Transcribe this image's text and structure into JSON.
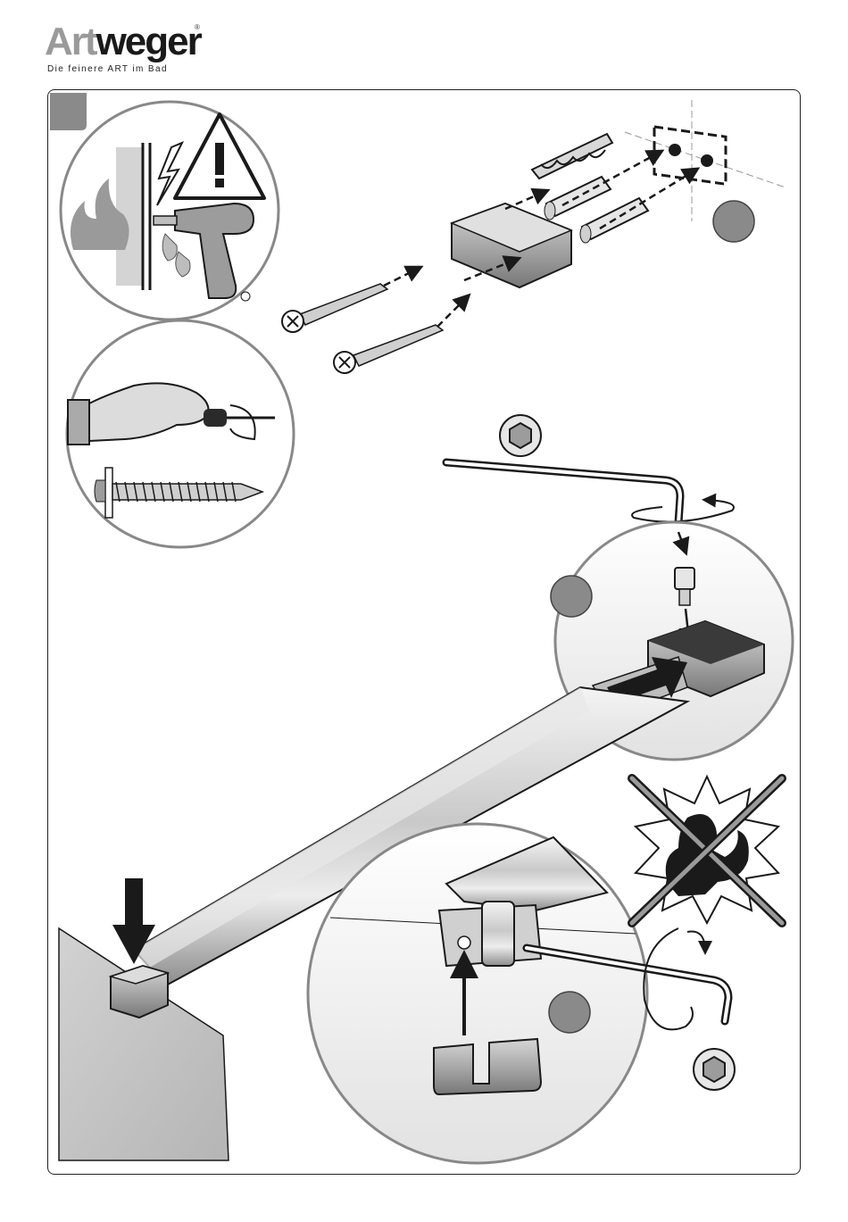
{
  "brand": {
    "name_part1": "Art",
    "name_part2": "weger",
    "registered": "®",
    "tagline": "Die feinere ART im Bad"
  },
  "icons": [
    "step-number-badge",
    "drilling-hazard-warning-icon",
    "hand-screwdriver-icon",
    "wood-screw-icon",
    "wall-mount-block",
    "wall-plug-icon",
    "hex-socket-icon",
    "allen-key-icon",
    "rotation-arrow-icon",
    "cap-screw-icon",
    "push-arrow-icon",
    "stabilizer-bar",
    "glass-panel",
    "glass-clamp",
    "no-excessive-force-icon"
  ],
  "colors": {
    "line": "#1a1a1a",
    "metal_light": "#e6e6e6",
    "metal_mid": "#b8b8b8",
    "metal_dark": "#6e6e6e",
    "badge": "#8a8a8a",
    "panel": "#cfcfcf"
  }
}
